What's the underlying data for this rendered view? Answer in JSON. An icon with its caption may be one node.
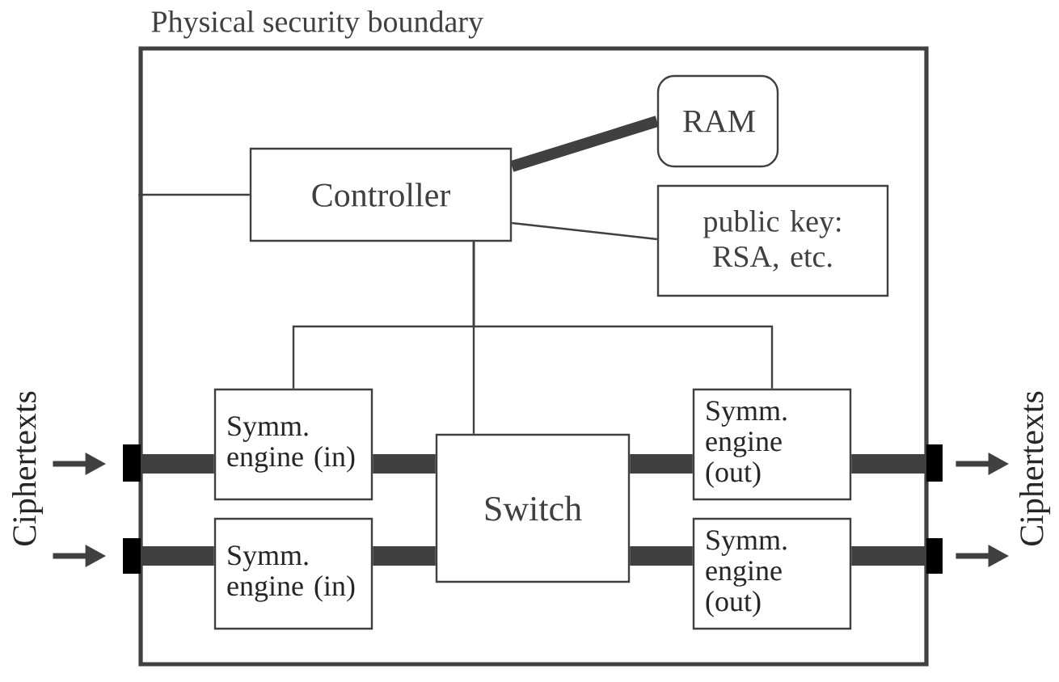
{
  "diagram": {
    "nodes": [
      {
        "text": [
          "Physical security boundary"
        ]
      },
      {
        "text": [
          "Controller"
        ],
        "in": 0
      },
      {
        "text": [
          "RAM"
        ],
        "in": 0
      },
      {
        "text": [
          "public key: RSA, etc."
        ],
        "in": 0
      },
      {
        "text": [
          "Symm. engine (in)"
        ],
        "in": 0
      },
      {
        "text": [
          "Symm. engine (out)"
        ],
        "in": 0
      },
      {
        "text": [
          "Switch"
        ],
        "in": 0
      },
      {
        "text": [
          "Symm. engine (in)"
        ],
        "in": 0
      },
      {
        "text": [
          "Symm. engine (out)"
        ],
        "in": 0
      },
      {
        "text": [],
        "shape": "bar"
      },
      {
        "text": [],
        "shape": "bar"
      },
      {
        "text": [],
        "shape": "bar"
      },
      {
        "text": [],
        "shape": "bar"
      },
      {
        "text": [
          "Ciphertexts"
        ]
      },
      {
        "text": [
          "Ciphertexts"
        ]
      }
    ],
    "edges": [
      {
        "from": 1,
        "to": 0,
        "arrow": "none"
      },
      {
        "from": 1,
        "to": 2,
        "arrow": "none",
        "style": "thick"
      },
      {
        "from": 1,
        "to": 3,
        "arrow": "none"
      },
      {
        "from": 1,
        "to": 4,
        "arrow": "none"
      },
      {
        "from": 1,
        "to": 6,
        "arrow": "none"
      },
      {
        "from": 1,
        "to": 5,
        "arrow": "none"
      },
      {
        "from": 9,
        "to": 4,
        "arrow": "none",
        "style": "thick"
      },
      {
        "from": 4,
        "to": 6,
        "arrow": "none",
        "style": "thick"
      },
      {
        "from": 6,
        "to": 5,
        "arrow": "none",
        "style": "thick"
      },
      {
        "from": 5,
        "to": 11,
        "arrow": "none",
        "style": "thick"
      },
      {
        "from": 10,
        "to": 7,
        "arrow": "none",
        "style": "thick"
      },
      {
        "from": 7,
        "to": 6,
        "arrow": "none",
        "style": "thick"
      },
      {
        "from": 6,
        "to": 8,
        "arrow": "none",
        "style": "thick"
      },
      {
        "from": 8,
        "to": 12,
        "arrow": "none",
        "style": "thick"
      },
      {
        "from": 13,
        "to": 9,
        "arrow": "to"
      },
      {
        "from": 13,
        "to": 10,
        "arrow": "to"
      },
      {
        "from": 11,
        "to": 14,
        "arrow": "to"
      },
      {
        "from": 12,
        "to": 14,
        "arrow": "to"
      }
    ]
  }
}
